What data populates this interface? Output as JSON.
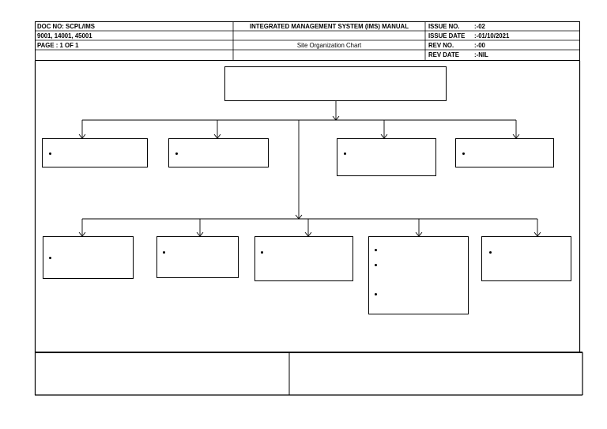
{
  "header": {
    "doc_no": "DOC NO: SCPL/IMS",
    "standards": "9001, 14001, 45001",
    "page": "PAGE : 1 OF 1",
    "manual_title": "INTEGRATED MANAGEMENT SYSTEM (IMS) MANUAL",
    "chart_title": "Site Organization Chart",
    "issue_no_label": "ISSUE NO.",
    "issue_no_value": ":-02",
    "issue_date_label": "ISSUE DATE",
    "issue_date_value": ":-01/10/2021",
    "rev_no_label": "REV NO.",
    "rev_no_value": ":-00",
    "rev_date_label": "REV DATE",
    "rev_date_value": ":-NIL"
  },
  "chart": {
    "boxes": [
      {
        "name": "top-position-box",
        "bullets": 0
      },
      {
        "name": "level1-box-1",
        "bullets": 1
      },
      {
        "name": "level1-box-2",
        "bullets": 1
      },
      {
        "name": "level1-box-3",
        "bullets": 1
      },
      {
        "name": "level1-box-4",
        "bullets": 1
      },
      {
        "name": "level2-box-1",
        "bullets": 1
      },
      {
        "name": "level2-box-2",
        "bullets": 1
      },
      {
        "name": "level2-box-3",
        "bullets": 1
      },
      {
        "name": "level2-box-4",
        "bullets": 3
      },
      {
        "name": "level2-box-5",
        "bullets": 1
      }
    ]
  },
  "footer": {
    "left": "",
    "right": ""
  }
}
